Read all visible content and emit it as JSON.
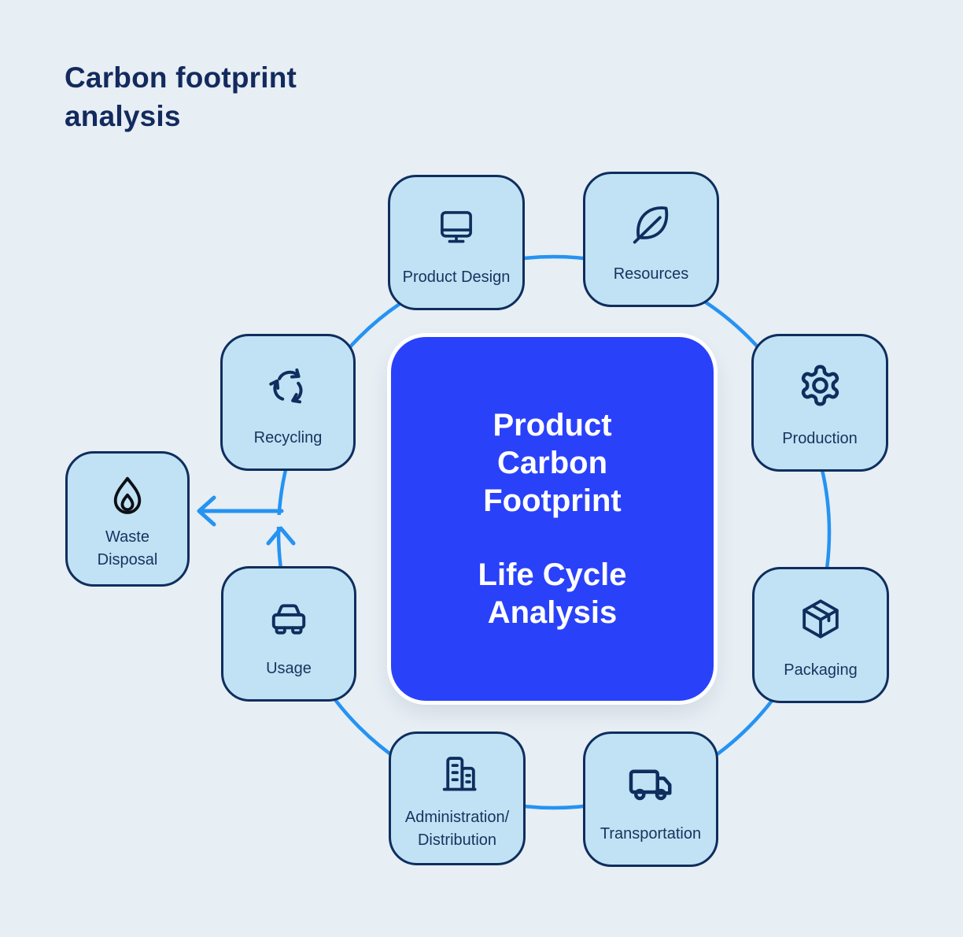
{
  "title": "Carbon footprint\nanalysis",
  "center": {
    "heading": "Product\nCarbon\nFootprint",
    "subheading": "Life Cycle\nAnalysis"
  },
  "nodes": [
    {
      "id": "product-design",
      "label": "Product Design",
      "icon": "monitor-icon"
    },
    {
      "id": "resources",
      "label": "Resources",
      "icon": "leaf-icon"
    },
    {
      "id": "production",
      "label": "Production",
      "icon": "gear-icon"
    },
    {
      "id": "packaging",
      "label": "Packaging",
      "icon": "package-box-icon"
    },
    {
      "id": "transportation",
      "label": "Transportation",
      "icon": "truck-icon"
    },
    {
      "id": "administration",
      "label": "Administration/\nDistribution",
      "icon": "buildings-icon"
    },
    {
      "id": "usage",
      "label": "Usage",
      "icon": "car-icon"
    },
    {
      "id": "waste-disposal",
      "label": "Waste\nDisposal",
      "icon": "flame-icon"
    },
    {
      "id": "recycling",
      "label": "Recycling",
      "icon": "recycle-icon"
    }
  ],
  "connector": {
    "shape": "circle",
    "order": [
      "product-design",
      "resources",
      "production",
      "packaging",
      "transportation",
      "administration",
      "usage",
      "recycling"
    ],
    "arrows": [
      "usage-to-recycling",
      "recycling-to-waste-disposal"
    ]
  },
  "colors": {
    "background": "#e7eef4",
    "node_fill": "#c0e2f4",
    "node_border": "#0f2e5e",
    "label_text": "#16335f",
    "title_text": "#132a5e",
    "center_fill": "#2a41fa",
    "center_text": "#ffffff",
    "circle_line": "#2593f2",
    "flame_icon": "#0c1016"
  }
}
